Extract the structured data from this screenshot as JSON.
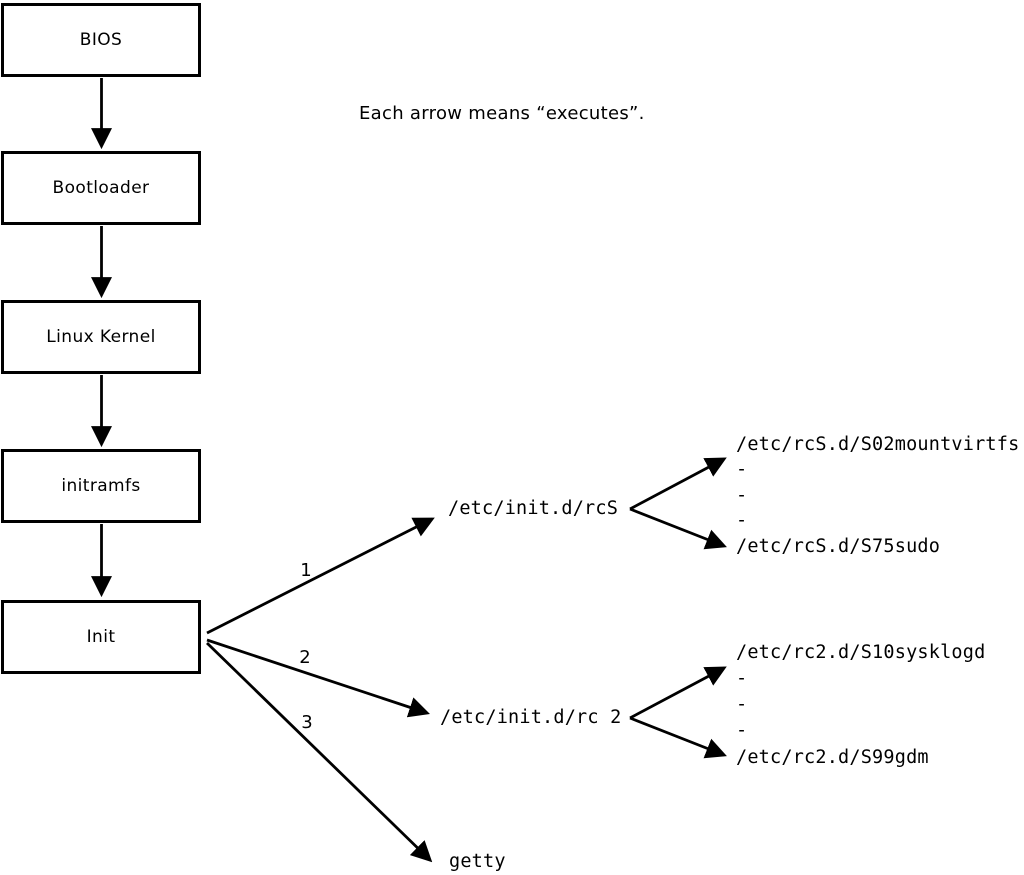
{
  "diagram": {
    "caption": "Each arrow means “executes”.",
    "chain": [
      {
        "label": "BIOS"
      },
      {
        "label": "Bootloader"
      },
      {
        "label": "Linux Kernel"
      },
      {
        "label": "initramfs"
      },
      {
        "label": "Init"
      }
    ],
    "branches": [
      {
        "order": "1",
        "target": "/etc/init.d/rcS",
        "children": [
          "/etc/rcS.d/S02mountvirtfs",
          "-",
          "-",
          "-",
          "/etc/rcS.d/S75sudo"
        ]
      },
      {
        "order": "2",
        "target": "/etc/init.d/rc 2",
        "children": [
          "/etc/rc2.d/S10sysklogd",
          "-",
          "-",
          "-",
          "/etc/rc2.d/S99gdm"
        ]
      },
      {
        "order": "3",
        "target": "getty",
        "children": []
      }
    ],
    "colors": {
      "line": "#000000",
      "background": "#ffffff",
      "box_fill": "#ffffff"
    }
  }
}
